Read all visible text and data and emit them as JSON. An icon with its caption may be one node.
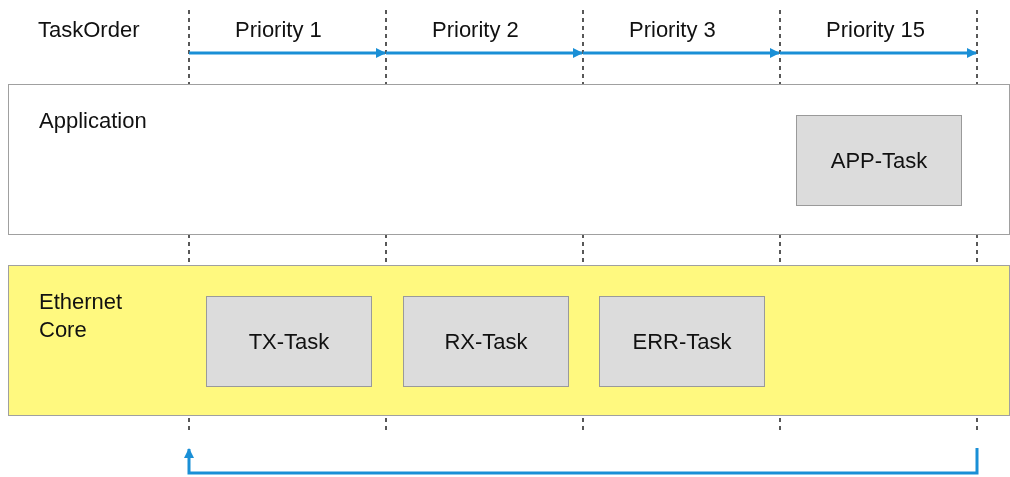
{
  "diagram": {
    "nodes": [
      {
        "text": [
          "Application"
        ]
      },
      {
        "text": [
          "APP-Task"
        ],
        "in": 0
      },
      {
        "text": [
          "Ethernet Core"
        ]
      },
      {
        "text": [
          "TX-Task"
        ],
        "in": 2
      },
      {
        "text": [
          "RX-Task"
        ],
        "in": 2
      },
      {
        "text": [
          "ERR-Task"
        ],
        "in": 2
      }
    ],
    "labels": [
      "TaskOrder",
      "Priority 1",
      "Priority 2",
      "Priority 3",
      "Priority 15"
    ]
  }
}
